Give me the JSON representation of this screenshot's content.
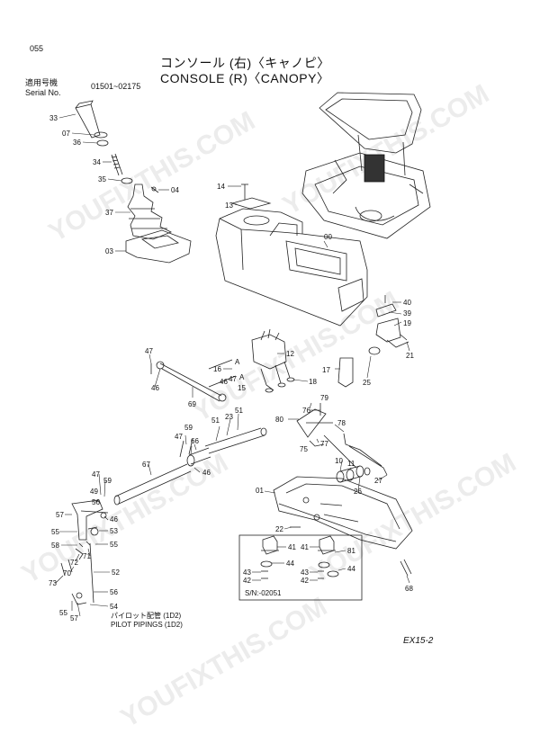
{
  "page_number": "055",
  "title_jp": "コンソール (右)〈キャノピ〉",
  "title_en": "CONSOLE (R)〈CANOPY〉",
  "serial_label_jp": "適用号機",
  "serial_label_en": "Serial No.",
  "serial_range": "01501~02175",
  "pilot_jp": "パイロット配管 (1D2)",
  "pilot_en": "PILOT PIPINGS (1D2)",
  "figure_code": "EX15-2",
  "sn_box_label": "S/N:-02051",
  "watermark": "YOUFIXTHIS.COM",
  "callouts": {
    "c33": "33",
    "c07": "07",
    "c36": "36",
    "c34": "34",
    "c35": "35",
    "c04": "04",
    "c37": "37",
    "c03": "03",
    "c14": "14",
    "c13": "13",
    "c00": "00",
    "c40": "40",
    "c39": "39",
    "c19": "19",
    "c21": "21",
    "c25": "25",
    "c12": "12",
    "c16": "16",
    "cA1": "A",
    "cA2": "A",
    "c15": "15",
    "c46a": "46",
    "c47a": "47",
    "c18": "18",
    "c17": "17",
    "c47b": "47",
    "c46b": "46",
    "c69": "69",
    "c79": "79",
    "c76": "76",
    "c80": "80",
    "c78": "78",
    "c75": "75",
    "c77": "77",
    "c59a": "59",
    "c47c": "47",
    "c66": "66",
    "c51a": "51",
    "c23": "23",
    "c51b": "51",
    "c67": "67",
    "c46c": "46",
    "c10": "10",
    "c11": "11",
    "c26": "26",
    "c27": "27",
    "c47d": "47",
    "c59b": "59",
    "c49": "49",
    "c01": "01",
    "c56a": "56",
    "c57a": "57",
    "c46d": "46",
    "c55a": "55",
    "c53": "53",
    "c58": "58",
    "c55b": "55",
    "c72": "72",
    "c71": "71",
    "c70": "70",
    "c73": "73",
    "c52": "52",
    "c56b": "56",
    "c54": "54",
    "c55c": "55",
    "c57b": "57",
    "c22": "22",
    "c41a": "41",
    "c44a": "44",
    "c43a": "43",
    "c42a": "42",
    "c41b": "41",
    "c81": "81",
    "c43b": "43",
    "c42b": "42",
    "c44b": "44",
    "c68": "68"
  }
}
